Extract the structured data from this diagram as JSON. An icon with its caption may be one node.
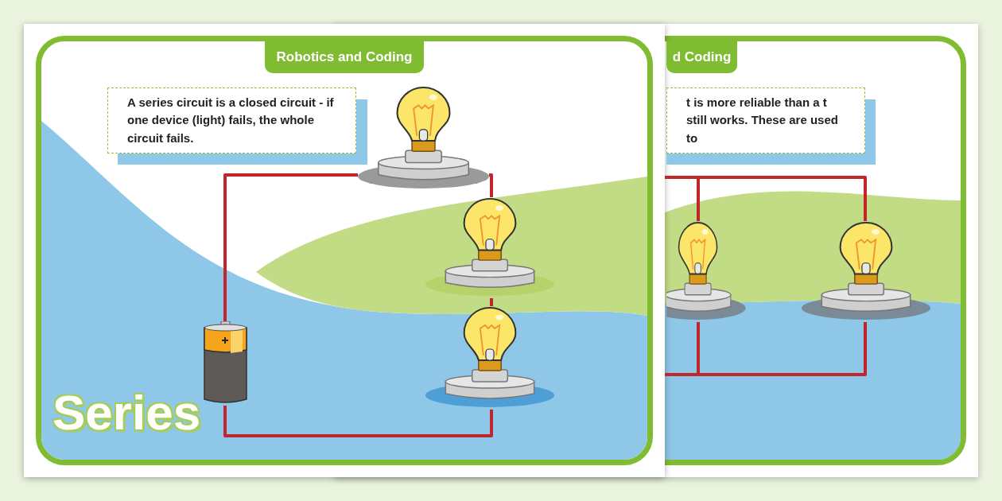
{
  "diagram": {
    "nodes": [
      {
        "text": [
          "Robotics and Coding"
        ]
      },
      {
        "text": [
          "A series circuit is a closed circuit - if one device (light) fails, the whole circuit fails."
        ]
      },
      {
        "text": [],
        "shape": "battery"
      },
      {
        "text": [],
        "shape": "picture"
      },
      {
        "text": [],
        "shape": "picture"
      },
      {
        "text": [],
        "shape": "picture"
      },
      {
        "text": [
          "d Coding"
        ]
      },
      {
        "text": [
          "t is more reliable than a t still works. These are used to"
        ]
      },
      {
        "text": [],
        "shape": "picture"
      },
      {
        "text": [],
        "shape": "picture"
      }
    ],
    "edges": [
      {
        "from": 2,
        "to": 3,
        "arrow": "none"
      },
      {
        "from": 3,
        "to": 4,
        "arrow": "none"
      },
      {
        "from": 4,
        "to": 5,
        "arrow": "none"
      },
      {
        "from": 5,
        "to": 2,
        "arrow": "none"
      },
      {
        "from": 8,
        "to": 9,
        "arrow": "none"
      },
      {
        "from": 8,
        "to": 9,
        "arrow": "none"
      },
      {
        "from": null,
        "to": 8,
        "arrow": "none"
      },
      {
        "from": null,
        "to": 8,
        "arrow": "none"
      }
    ],
    "labels": [
      "Series"
    ]
  }
}
